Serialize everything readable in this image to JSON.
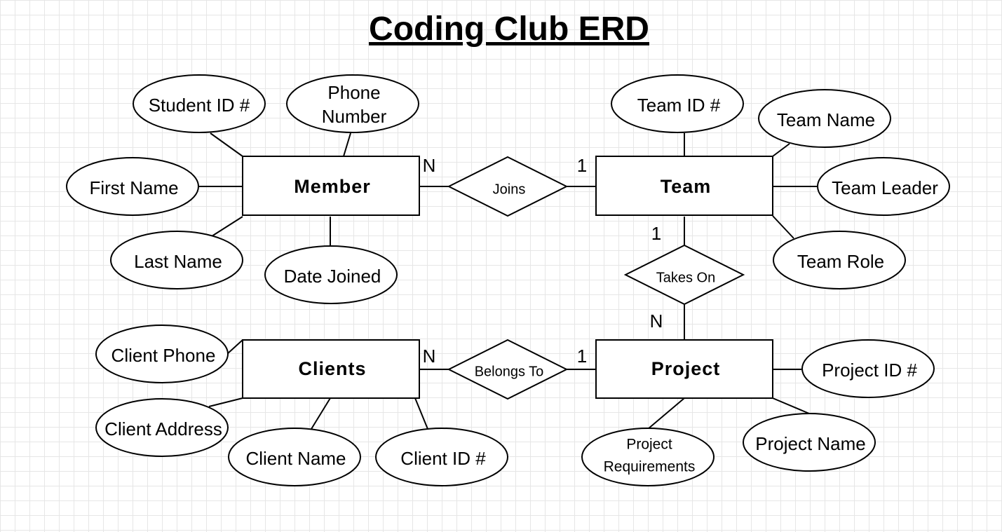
{
  "title": "Coding Club ERD",
  "entities": {
    "member": "Member",
    "team": "Team",
    "clients": "Clients",
    "project": "Project"
  },
  "relationships": {
    "joins": "Joins",
    "takes_on": "Takes On",
    "belongs_to": "Belongs To"
  },
  "cardinalities": {
    "joins_member": "N",
    "joins_team": "1",
    "takes_on_team": "1",
    "takes_on_project": "N",
    "belongs_clients": "N",
    "belongs_project": "1"
  },
  "attributes": {
    "member": {
      "student_id": "Student ID #",
      "phone_number": [
        "Phone",
        "Number"
      ],
      "first_name": "First Name",
      "last_name": "Last Name",
      "date_joined": "Date Joined"
    },
    "team": {
      "team_id": "Team ID #",
      "team_name": "Team Name",
      "team_leader": "Team Leader",
      "team_role": "Team Role"
    },
    "clients": {
      "client_phone": "Client Phone",
      "client_address": "Client Address",
      "client_name": "Client Name",
      "client_id": "Client ID #"
    },
    "project": {
      "project_id": "Project ID #",
      "project_name": "Project Name",
      "project_requirements": [
        "Project",
        "Requirements"
      ]
    }
  }
}
